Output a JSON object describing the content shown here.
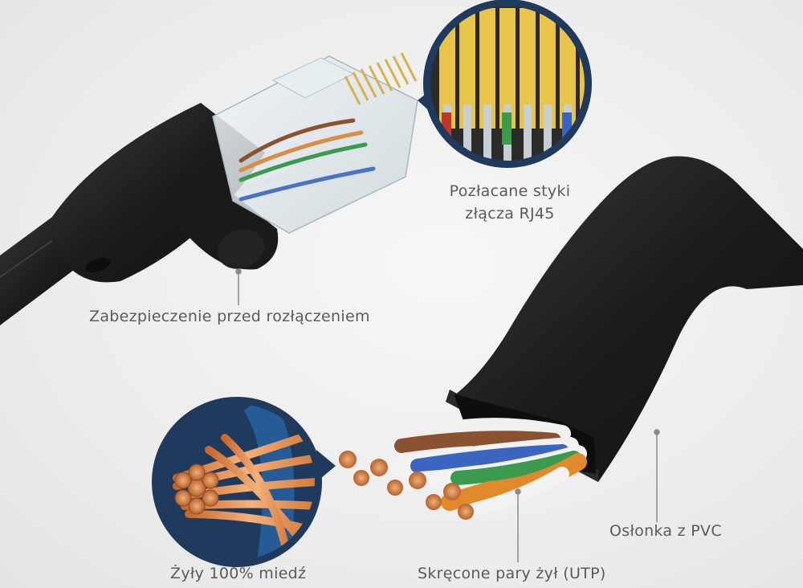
{
  "labels": {
    "gold_contacts_line1": "Pozłacane styki",
    "gold_contacts_line2": "złącza RJ45",
    "latch_protection": "Zabezpieczenie przed rozłączeniem",
    "pvc_jacket": "Osłonka z PVC",
    "copper_wires": "Żyły 100% miedź",
    "twisted_pairs": "Skręcone pary żył (UTP)"
  },
  "colors": {
    "background": "#ececec",
    "cable": "#1f1f1f",
    "badge": "#1f3a5c",
    "copper": "#d9834a",
    "gold": "#e8c44a",
    "label_text": "#5a5a5a"
  },
  "wire_colors": [
    "#7a4a2a",
    "#2f5fb0",
    "#3a9a4a",
    "#e0892a",
    "#f2f2f2"
  ]
}
